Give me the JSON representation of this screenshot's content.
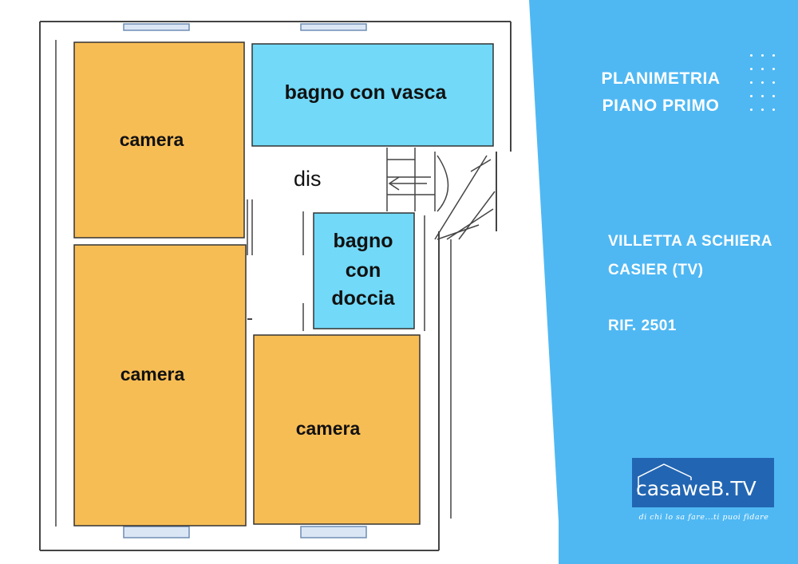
{
  "plan": {
    "rooms": [
      {
        "id": "camera-1",
        "lines": [
          "camera"
        ],
        "color": "#f7bd55"
      },
      {
        "id": "bagno-vasca",
        "lines": [
          "bagno con vasca"
        ],
        "color": "#72d9f8"
      },
      {
        "id": "camera-2",
        "lines": [
          "camera"
        ],
        "color": "#f7bd55"
      },
      {
        "id": "bagno-doccia",
        "lines": [
          "bagno",
          "con",
          "doccia"
        ],
        "color": "#72d9f8"
      },
      {
        "id": "camera-3",
        "lines": [
          "camera"
        ],
        "color": "#f7bd55"
      }
    ],
    "hall_label": "dis"
  },
  "info": {
    "title_line1": "PLANIMETRIA",
    "title_line2": "PIANO  PRIMO",
    "property_line1": "VILLETTA  A SCHIERA",
    "property_line2": "CASIER  (TV)",
    "reference": "RIF. 2501",
    "accent_color": "#4fb8f3"
  },
  "logo": {
    "brand": "casaweB.TV",
    "tagline": "di chi lo sa fare...ti puoi fidare",
    "icon": "house-outline-icon",
    "color": "#2266b3"
  }
}
